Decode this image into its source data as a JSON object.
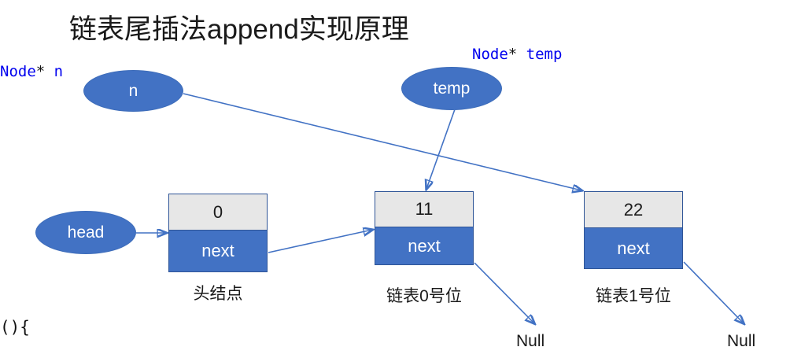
{
  "title": "链表尾插法append实现原理",
  "declarations": [
    {
      "id": "decl-n",
      "type": "Node",
      "star": "*",
      "name": "n"
    },
    {
      "id": "decl-temp",
      "type": "Node",
      "star": "*",
      "name": "temp"
    }
  ],
  "code_tail": "(){",
  "pointers": [
    {
      "id": "n",
      "label": "n"
    },
    {
      "id": "temp",
      "label": "temp"
    },
    {
      "id": "head",
      "label": "head"
    }
  ],
  "nodes": [
    {
      "id": "node-head",
      "value": "0",
      "next_label": "next",
      "caption": "头结点"
    },
    {
      "id": "node-0",
      "value": "11",
      "next_label": "next",
      "caption": "链表0号位"
    },
    {
      "id": "node-1",
      "value": "22",
      "next_label": "next",
      "caption": "链表1号位"
    }
  ],
  "null_labels": [
    {
      "id": "null-0",
      "text": "Null"
    },
    {
      "id": "null-1",
      "text": "Null"
    }
  ],
  "colors": {
    "node_fill": "#4272c4",
    "node_border": "#2f5597",
    "value_fill": "#e7e7e7",
    "arrow": "#4272c4",
    "declaration_text": "#0000ee",
    "body_text": "#1a1a1a",
    "background": "#ffffff"
  },
  "arrows": [
    {
      "id": "arrow-head-to-node-head",
      "from": "head",
      "to": "node-head"
    },
    {
      "id": "arrow-n-to-node-1",
      "from": "n",
      "to": "node-1"
    },
    {
      "id": "arrow-temp-to-node-0",
      "from": "temp",
      "to": "node-0"
    },
    {
      "id": "arrow-node-head-to-node-0",
      "from": "node-head.next",
      "to": "node-0"
    },
    {
      "id": "arrow-node-0-to-null",
      "from": "node-0.next",
      "to": "null-0"
    },
    {
      "id": "arrow-node-1-to-null",
      "from": "node-1.next",
      "to": "null-1"
    }
  ]
}
